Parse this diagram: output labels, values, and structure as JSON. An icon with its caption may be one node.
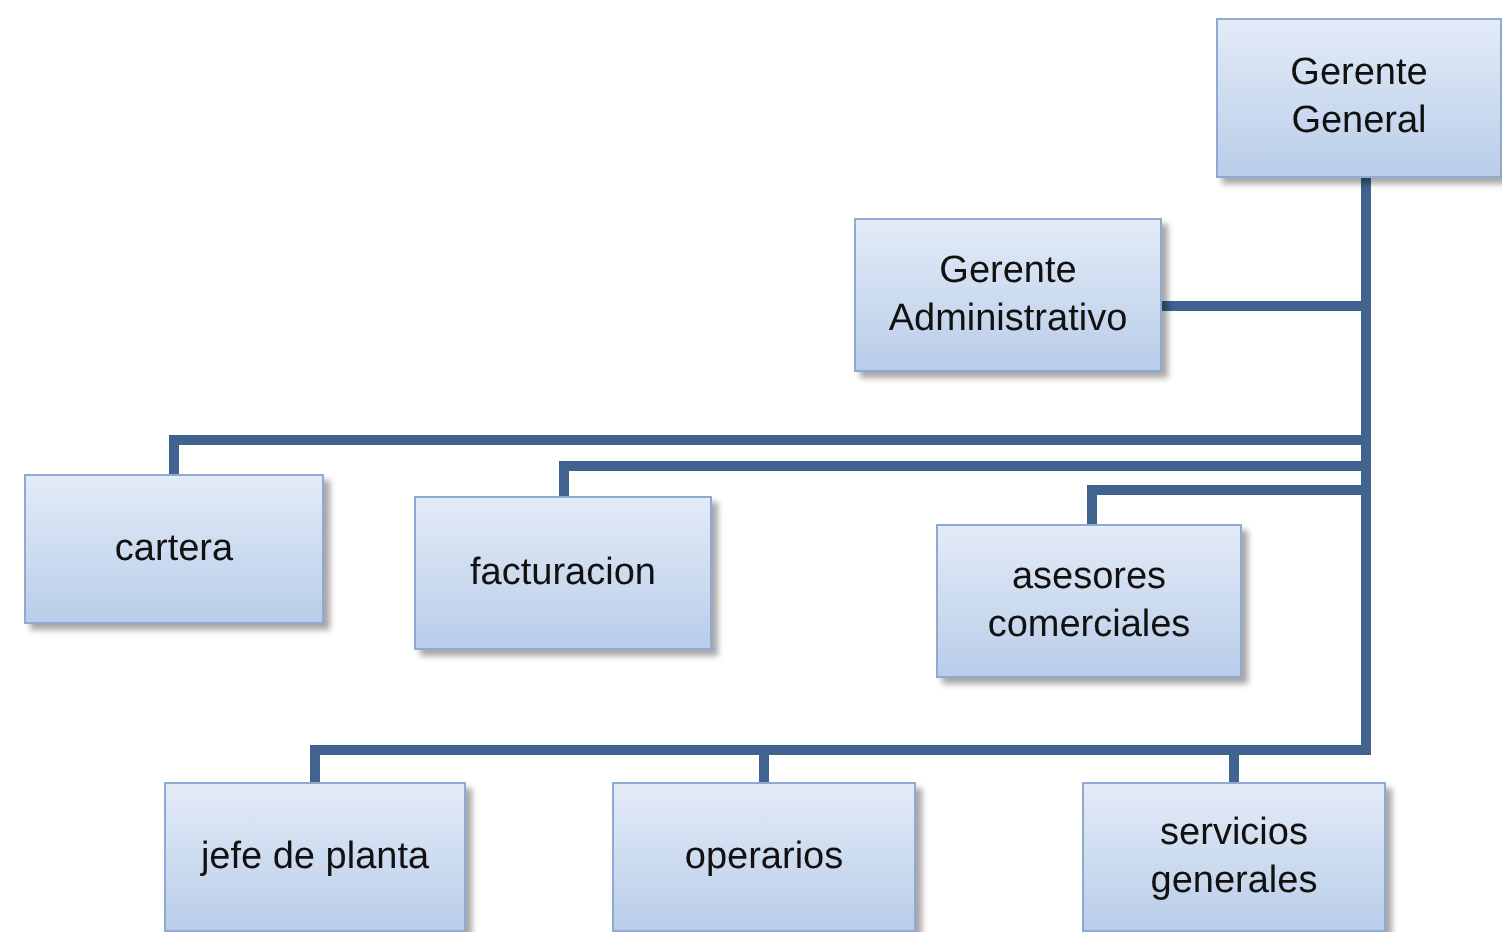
{
  "diagram": {
    "nodes": [
      {
        "text": [
          "Gerente General"
        ]
      },
      {
        "text": [
          "Gerente Administrativo"
        ]
      },
      {
        "text": [
          "cartera"
        ]
      },
      {
        "text": [
          "facturacion"
        ]
      },
      {
        "text": [
          "asesores comerciales"
        ]
      },
      {
        "text": [
          "jefe de planta"
        ]
      },
      {
        "text": [
          "operarios"
        ]
      },
      {
        "text": [
          "servicios generales"
        ]
      }
    ],
    "edges": [
      {
        "from": 0,
        "to": 1,
        "arrow": "none"
      },
      {
        "from": 0,
        "to": 2,
        "arrow": "none"
      },
      {
        "from": 0,
        "to": 3,
        "arrow": "none"
      },
      {
        "from": 0,
        "to": 4,
        "arrow": "none"
      },
      {
        "from": 0,
        "to": 5,
        "arrow": "none"
      },
      {
        "from": 0,
        "to": 6,
        "arrow": "none"
      },
      {
        "from": 0,
        "to": 7,
        "arrow": "none"
      }
    ]
  }
}
